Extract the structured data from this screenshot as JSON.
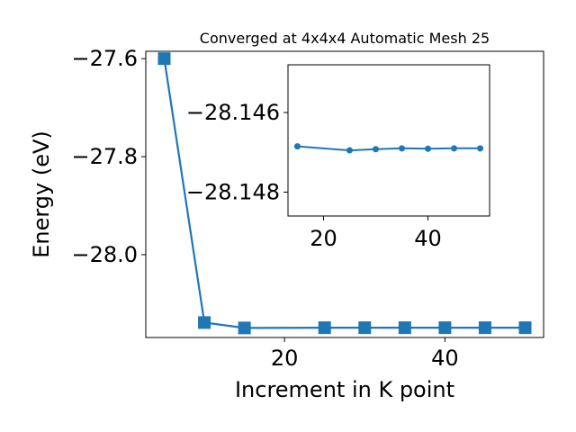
{
  "colors": {
    "line": "#1f77b4",
    "axes": "#000000",
    "background": "#ffffff"
  },
  "chart_data": [
    {
      "type": "line",
      "title": "Converged at 4x4x4 Automatic Mesh 25",
      "xlabel": "Increment in K point",
      "ylabel": "Energy (eV)",
      "xlim": [
        2.7,
        52.3
      ],
      "ylim": [
        -28.169,
        -27.585
      ],
      "xticks": [
        20,
        40
      ],
      "xtick_labels": [
        "20",
        "40"
      ],
      "yticks": [
        -27.6,
        -27.8,
        -28.0
      ],
      "ytick_labels": [
        "−27.6",
        "−27.8",
        "−28.0"
      ],
      "marker": "square",
      "grid": false,
      "x": [
        5,
        10,
        15,
        25,
        30,
        35,
        40,
        45,
        50
      ],
      "y": [
        -27.6,
        -28.1385,
        -28.1495,
        -28.149,
        -28.149,
        -28.149,
        -28.149,
        -28.149,
        -28.149
      ]
    },
    {
      "type": "line",
      "title": "",
      "xlabel": "",
      "ylabel": "",
      "xlim": [
        13.2,
        51.8
      ],
      "ylim": [
        -28.1486,
        -28.1448
      ],
      "xticks": [
        20,
        40
      ],
      "xtick_labels": [
        "20",
        "40"
      ],
      "yticks": [
        -28.148,
        -28.146
      ],
      "ytick_labels": [
        "−28.148",
        "−28.146"
      ],
      "marker": "circle",
      "grid": false,
      "x": [
        15,
        25,
        30,
        35,
        40,
        45,
        50
      ],
      "y": [
        -28.14685,
        -28.14695,
        -28.14692,
        -28.1469,
        -28.14691,
        -28.1469,
        -28.1469
      ]
    }
  ]
}
